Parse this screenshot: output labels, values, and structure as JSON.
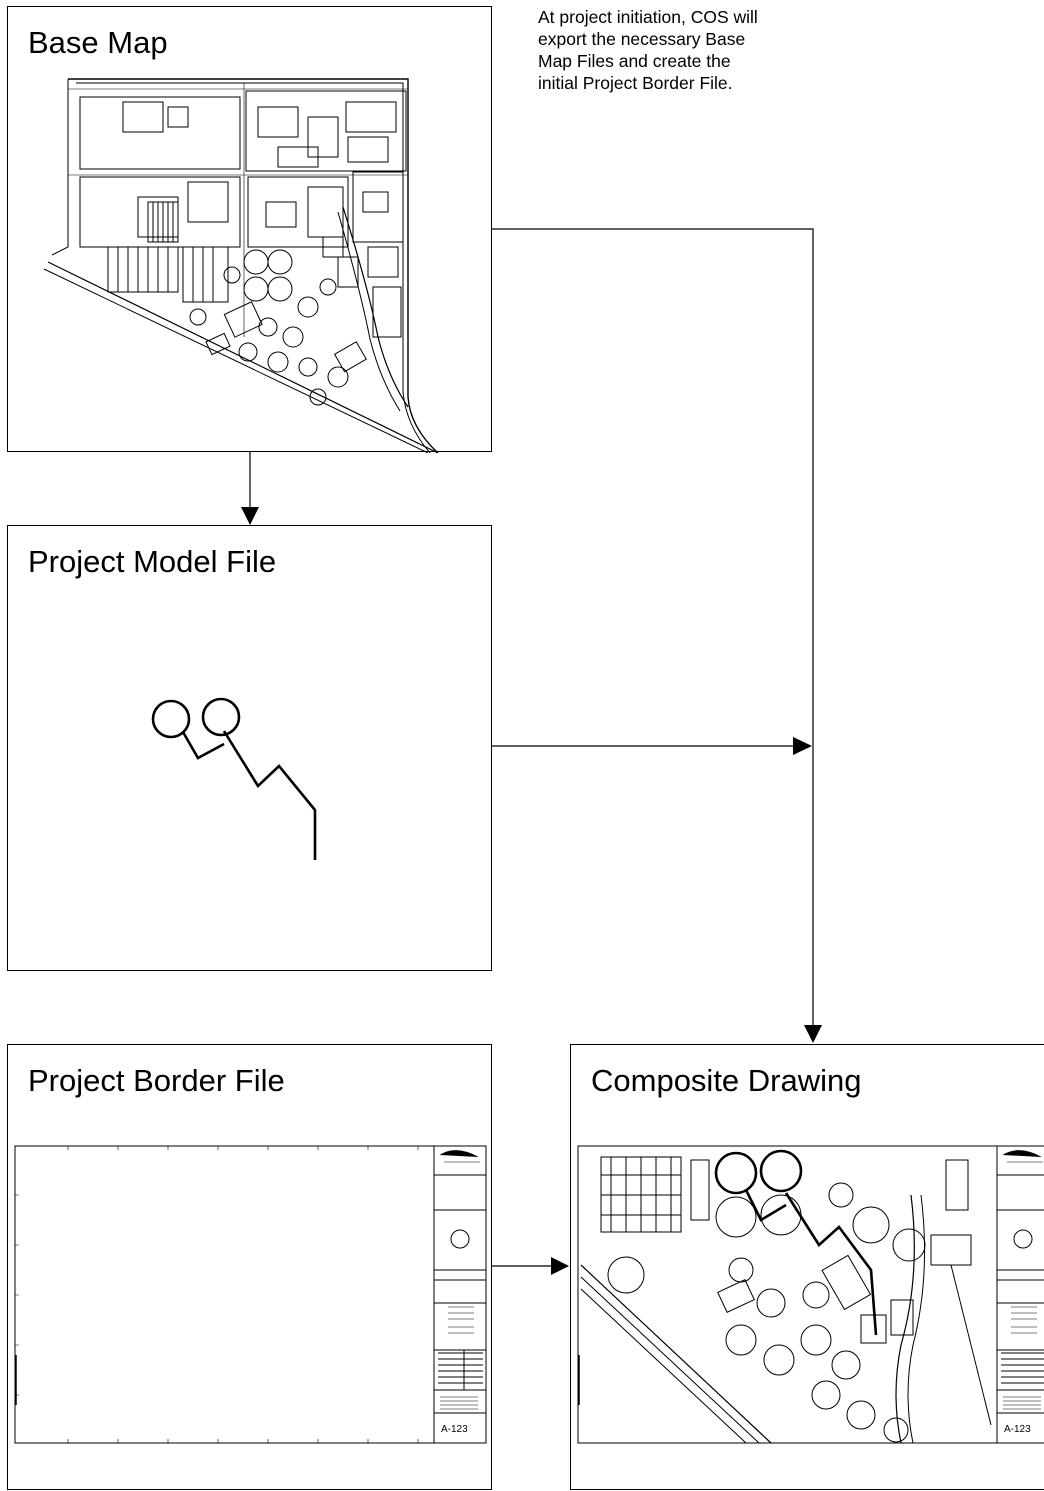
{
  "panels": {
    "base_map": {
      "title": "Base Map"
    },
    "project_model": {
      "title": "Project Model File"
    },
    "project_border": {
      "title": "Project Border File",
      "sheet_number": "A-123"
    },
    "composite": {
      "title": "Composite Drawing",
      "sheet_number": "A-123"
    }
  },
  "note": {
    "lines": [
      "At project initiation, COS will",
      "export the necessary Base",
      "Map Files and create the",
      "initial Project Border File."
    ]
  },
  "flow": [
    {
      "from": "Base Map",
      "to": "Project Model File"
    },
    {
      "from": "Base Map",
      "to": "Composite Drawing"
    },
    {
      "from": "Project Model File",
      "to": "Composite Drawing"
    },
    {
      "from": "Project Border File",
      "to": "Composite Drawing"
    }
  ],
  "colors": {
    "line": "#000000",
    "background": "#ffffff"
  }
}
